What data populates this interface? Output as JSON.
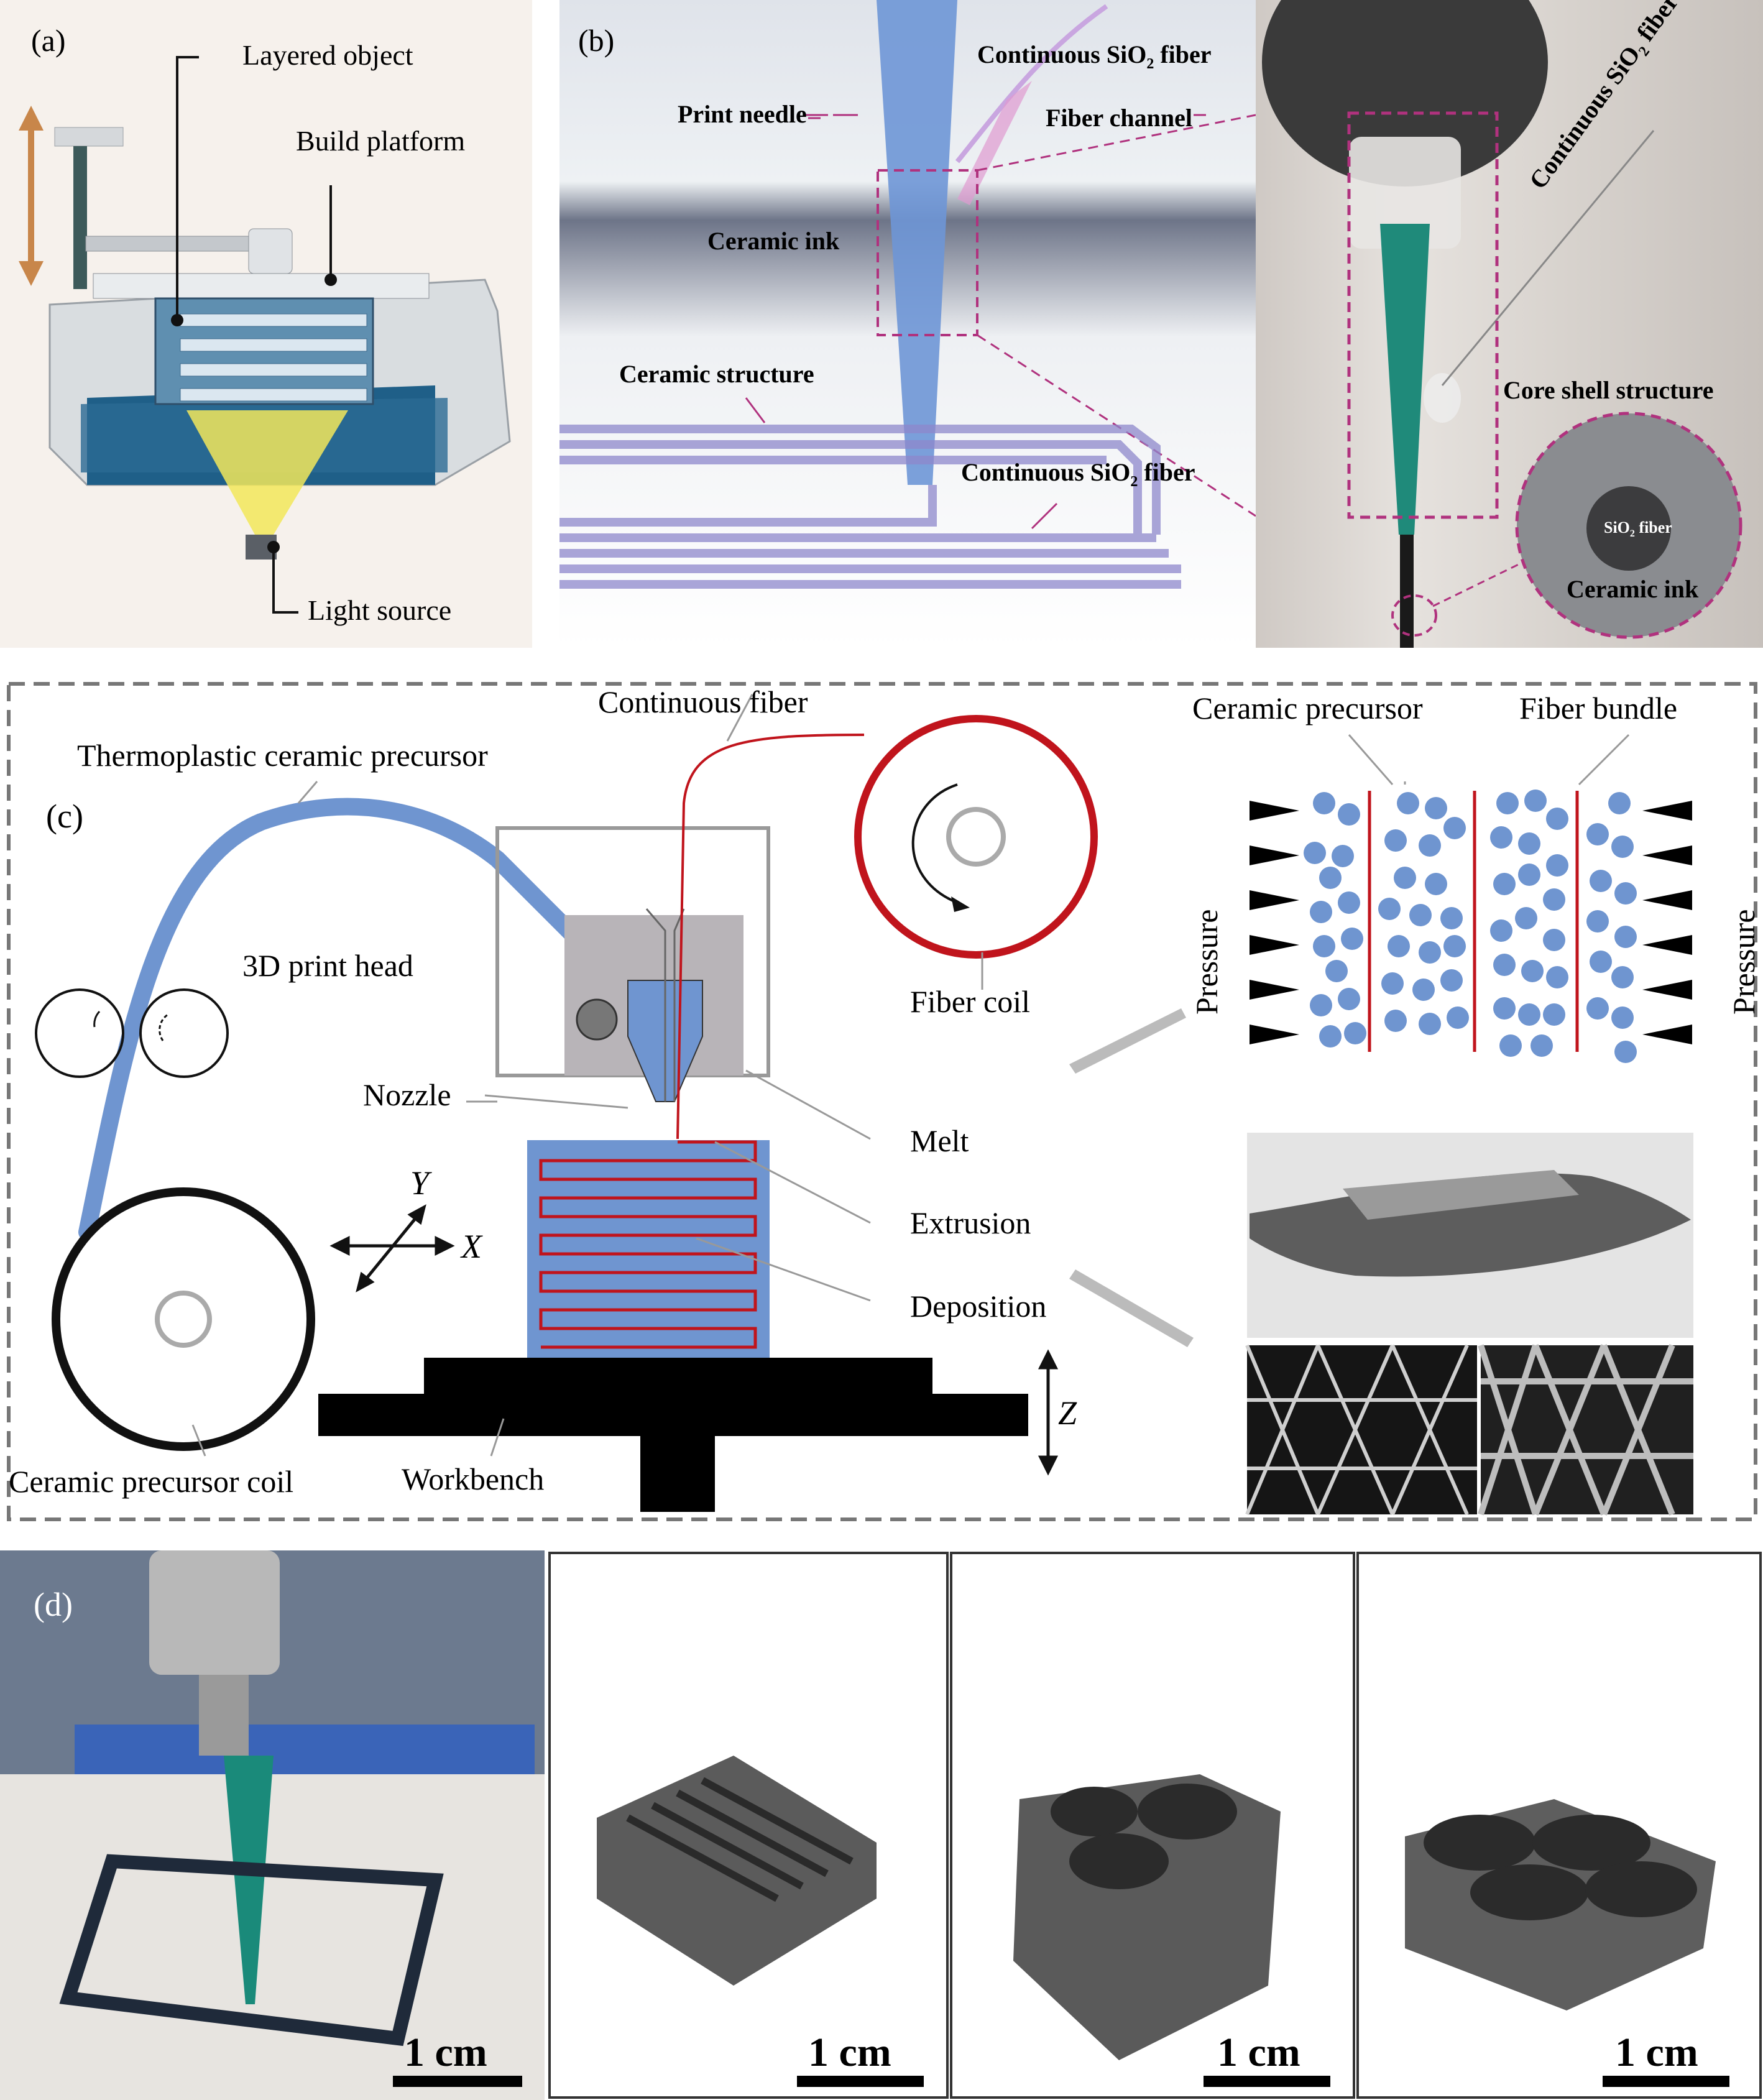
{
  "panel_a": {
    "tag": "(a)",
    "layered_object": "Layered  object",
    "build_platform": "Build platform",
    "light_source": "Light source"
  },
  "panel_b": {
    "tag": "(b)",
    "print_needle": "Print needle",
    "continuous_fiber_top": "Continuous SiO",
    "continuous_fiber_top_sub": "2",
    "continuous_fiber_top_tail": " fiber",
    "fiber_channel": "Fiber channel",
    "ceramic_ink": "Ceramic ink",
    "ceramic_structure": "Ceramic structure",
    "continuous_fiber_bottom": "Continuous SiO",
    "continuous_fiber_bottom_sub": "2",
    "continuous_fiber_bottom_tail": " fiber",
    "continuous_fiber_diag": "Continuous SiO",
    "continuous_fiber_diag_sub": "2",
    "continuous_fiber_diag_tail": " fiber",
    "core_shell": "Core shell structure",
    "sio2_fiber": "SiO",
    "sio2_fiber_sub": "2",
    "sio2_fiber_tail": " fiber",
    "ceramic_ink_circle": "Ceramic ink"
  },
  "panel_c": {
    "tag": "(c)",
    "continuous_fiber": "Continuous fiber",
    "thermoplastic": "Thermoplastic ceramic precursor",
    "print_head": "3D print head",
    "fiber_coil": "Fiber coil",
    "nozzle": "Nozzle",
    "melt": "Melt",
    "extrusion": "Extrusion",
    "deposition": "Deposition",
    "axis_y": "Y",
    "axis_x": "X",
    "axis_z": "Z",
    "precursor_coil": "Ceramic precursor coil",
    "workbench": "Workbench",
    "ceramic_precursor": "Ceramic precursor",
    "fiber_bundle": "Fiber bundle",
    "pressure_left": "Pressure",
    "pressure_right": "Pressure"
  },
  "panel_d": {
    "tag": "(d)",
    "scale_1": "1 cm",
    "scale_2": "1 cm",
    "scale_3": "1 cm",
    "scale_4": "1 cm"
  },
  "colors": {
    "magenta_dash": "#b0327e",
    "blue_fill": "#6f95d0",
    "red_line": "#c0141c",
    "dark_gray": "#666666"
  }
}
